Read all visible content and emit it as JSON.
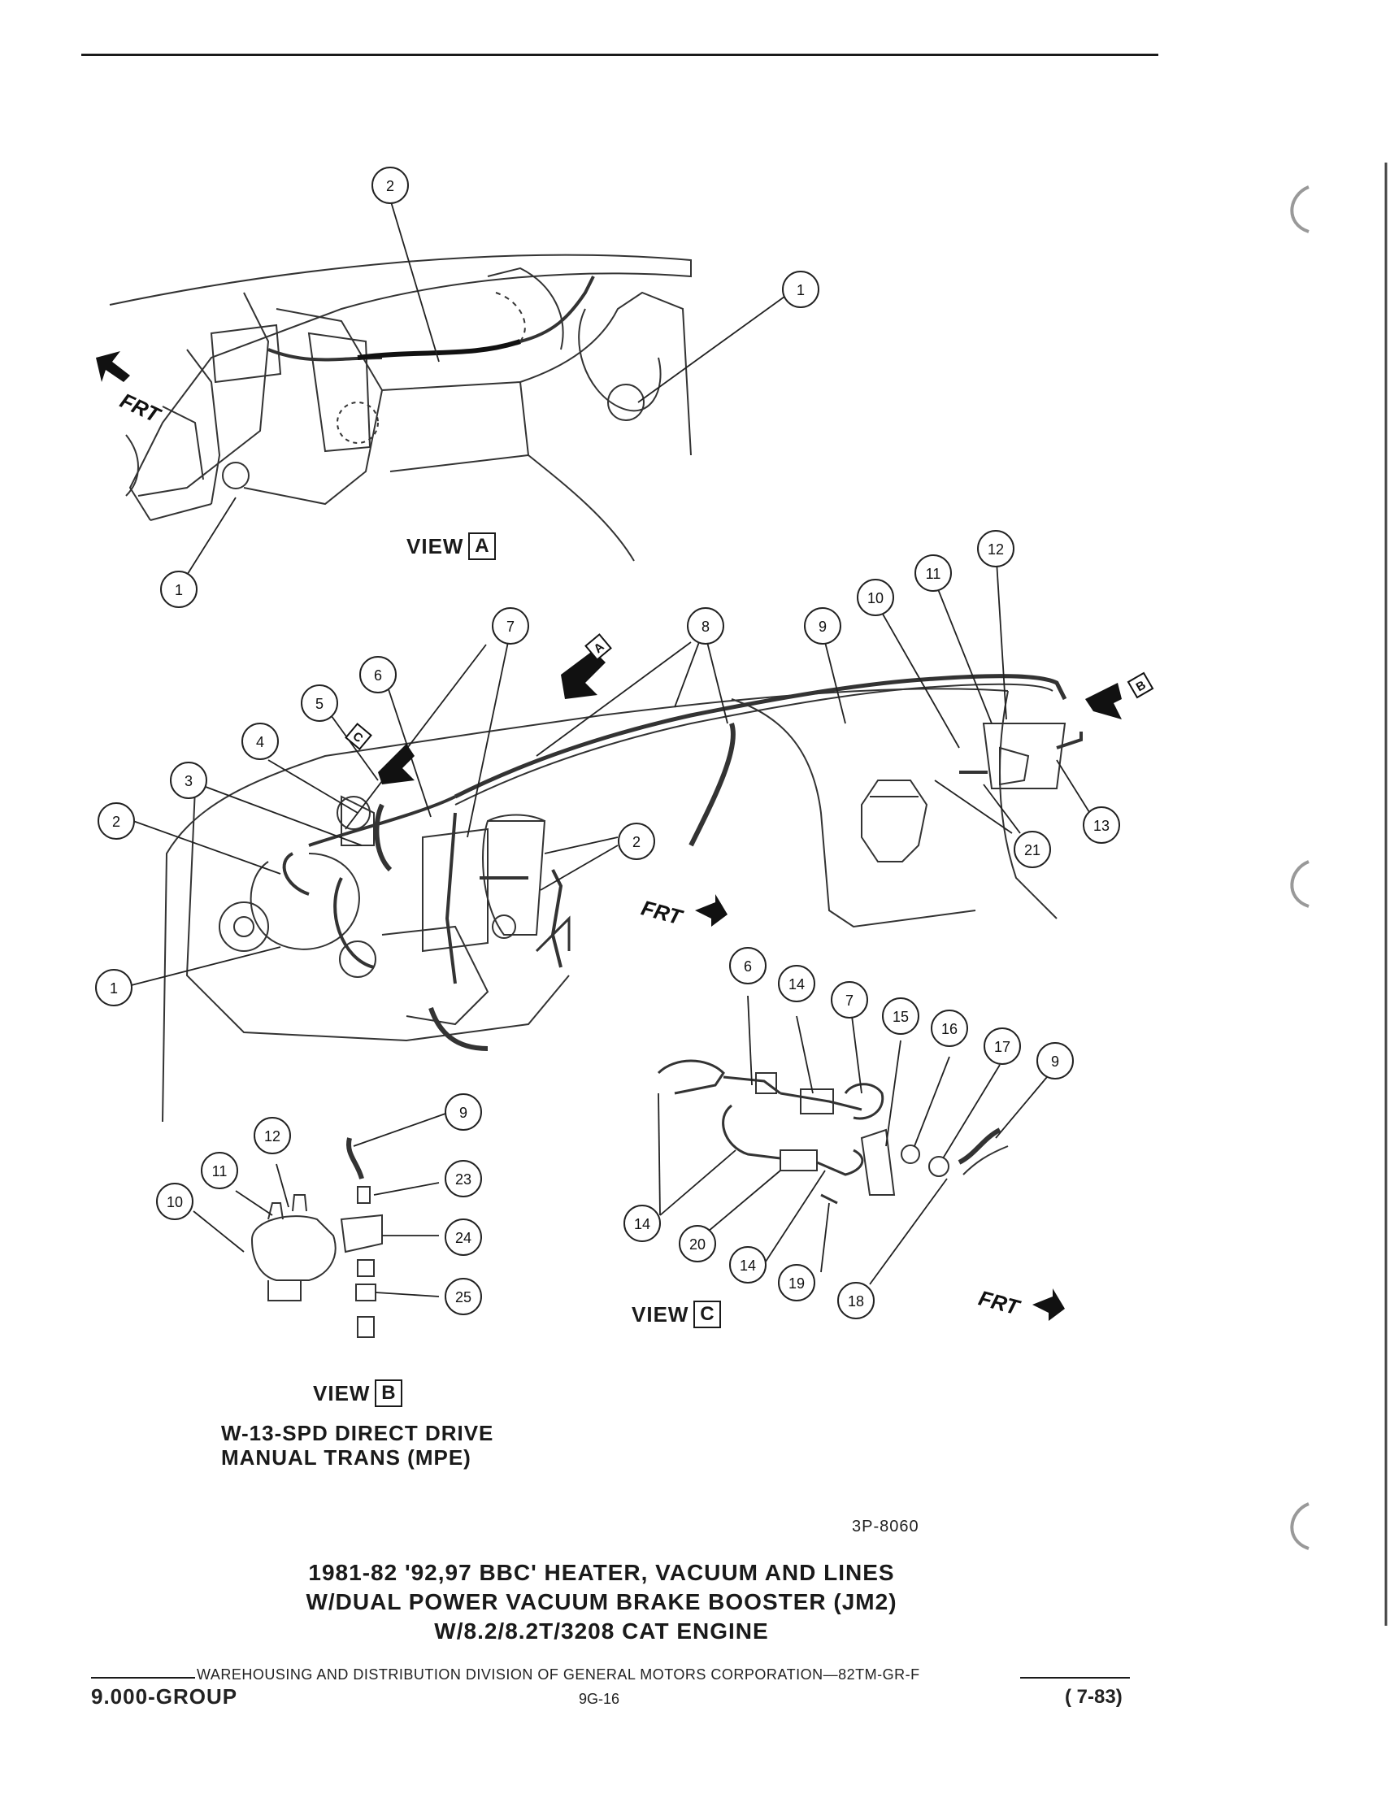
{
  "views": {
    "view_word": "VIEW",
    "a": "A",
    "b": "B",
    "c": "C"
  },
  "frt_label": "FRT",
  "callouts_view_a": [
    "1",
    "2",
    "1"
  ],
  "callouts_main": [
    "2",
    "3",
    "4",
    "5",
    "6",
    "7",
    "8",
    "9",
    "10",
    "11",
    "12",
    "13",
    "21",
    "2",
    "1"
  ],
  "callouts_view_b": [
    "12",
    "11",
    "10",
    "9",
    "23",
    "24",
    "25"
  ],
  "callouts_view_c": [
    "6",
    "14",
    "7",
    "15",
    "16",
    "17",
    "9",
    "14",
    "20",
    "14",
    "19",
    "18"
  ],
  "view_b_caption": {
    "line1": "W-13-SPD DIRECT DRIVE",
    "line2": "MANUAL TRANS (MPE)"
  },
  "figure_code": "3P-8060",
  "title": {
    "line1": "1981-82 '92,97 BBC' HEATER, VACUUM AND LINES",
    "line2": "W/DUAL POWER VACUUM BRAKE BOOSTER (JM2)",
    "line3": "W/8.2/8.2T/3208 CAT ENGINE"
  },
  "footer": {
    "center": "WAREHOUSING AND DISTRIBUTION  DIVISION OF GENERAL MOTORS CORPORATION—82TM-GR-F",
    "group": "9.000-GROUP",
    "page": "9G-16",
    "date": "( 7-83)"
  }
}
